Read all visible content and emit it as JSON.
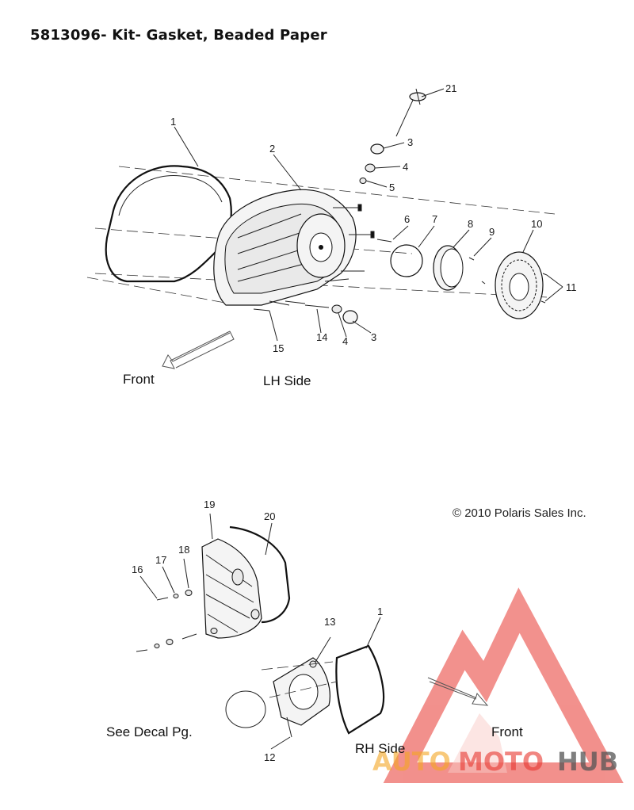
{
  "title": "5813096- Kit- Gasket, Beaded Paper",
  "copyright": "© 2010 Polaris Sales Inc.",
  "captions": {
    "lh_front": "Front",
    "lh_side": "LH Side",
    "rh_side": "RH Side",
    "rh_front": "Front",
    "decal": "See Decal Pg."
  },
  "callouts": {
    "lh": [
      "1",
      "2",
      "21",
      "3",
      "4",
      "5",
      "6",
      "7",
      "8",
      "9",
      "10",
      "11",
      "15",
      "14",
      "4",
      "3"
    ],
    "rh": [
      "19",
      "20",
      "18",
      "17",
      "16",
      "13",
      "1",
      "12"
    ]
  },
  "watermark": {
    "auto": "AUTO",
    "moto": "MOTO",
    "hub": "HUB"
  },
  "colors": {
    "watermark_red": "#e8362f",
    "watermark_orange": "#f5a623",
    "watermark_gray": "#555555"
  }
}
